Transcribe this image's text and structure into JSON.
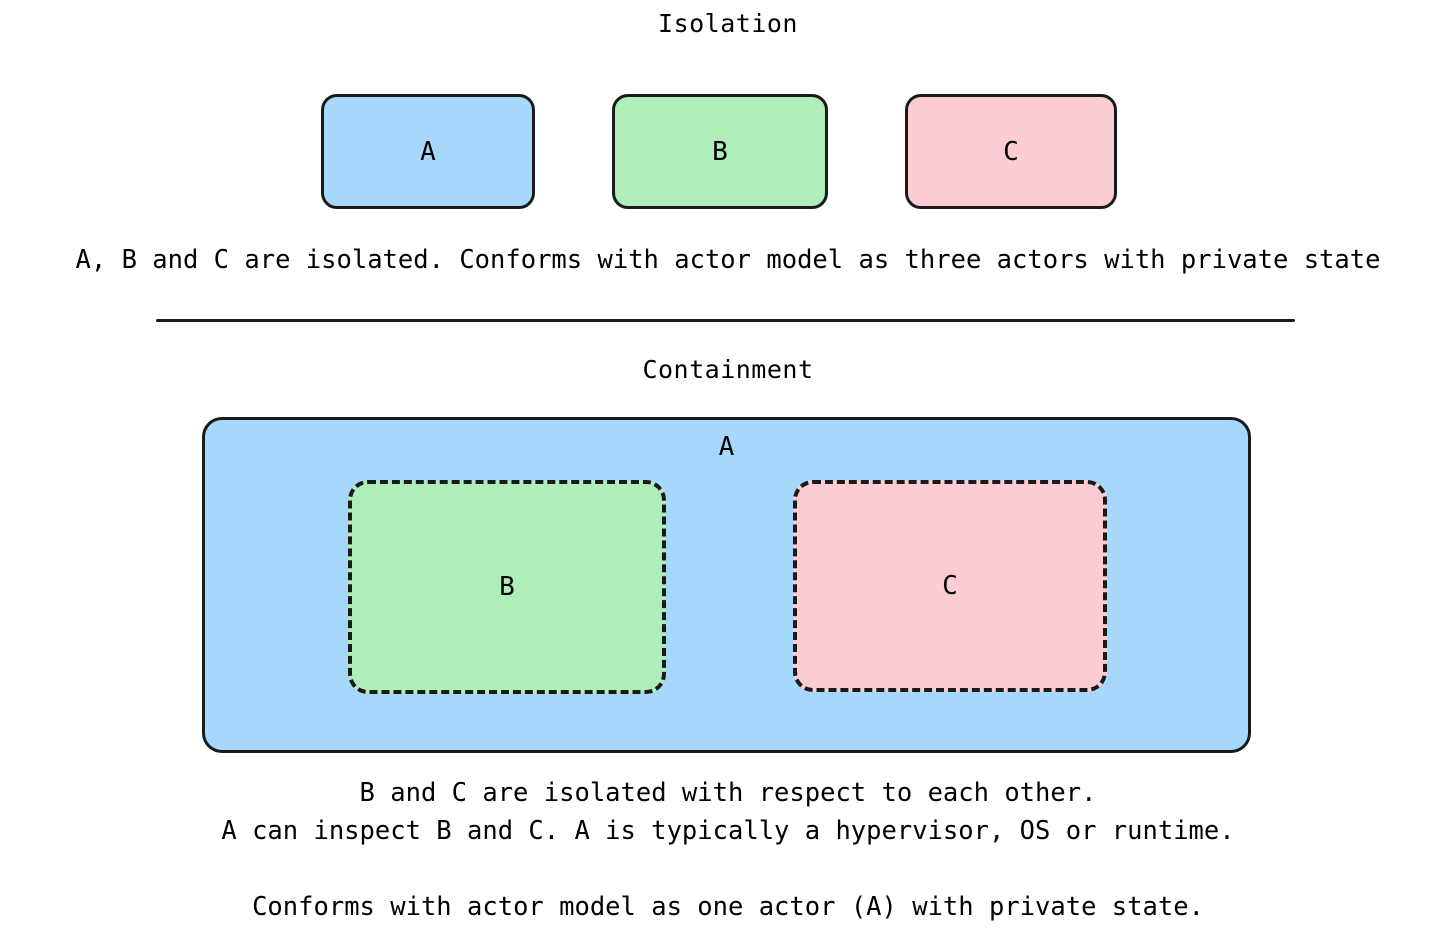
{
  "diagram": {
    "background_color": "#ffffff",
    "stroke_color": "#1a1a1a",
    "sections": {
      "isolation": {
        "title": "Isolation",
        "boxes": [
          {
            "label": "A",
            "color": "#a5d8fb",
            "border": "solid"
          },
          {
            "label": "B",
            "color": "#aeeeb8",
            "border": "solid"
          },
          {
            "label": "C",
            "color": "#fbccd1",
            "border": "solid"
          }
        ],
        "caption": "A, B and C are isolated. Conforms with actor model as three actors with private state"
      },
      "containment": {
        "title": "Containment",
        "outer_box": {
          "label": "A",
          "color": "#a5d8fb",
          "border": "solid"
        },
        "inner_boxes": [
          {
            "label": "B",
            "color": "#aeeeb8",
            "border": "dashed"
          },
          {
            "label": "C",
            "color": "#fbccd1",
            "border": "dashed"
          }
        ],
        "captions": [
          "B and C are isolated with respect to each other.",
          "A can inspect B and C. A is typically a hypervisor, OS or runtime.",
          "Conforms with actor model as one actor (A) with private state."
        ]
      }
    }
  }
}
